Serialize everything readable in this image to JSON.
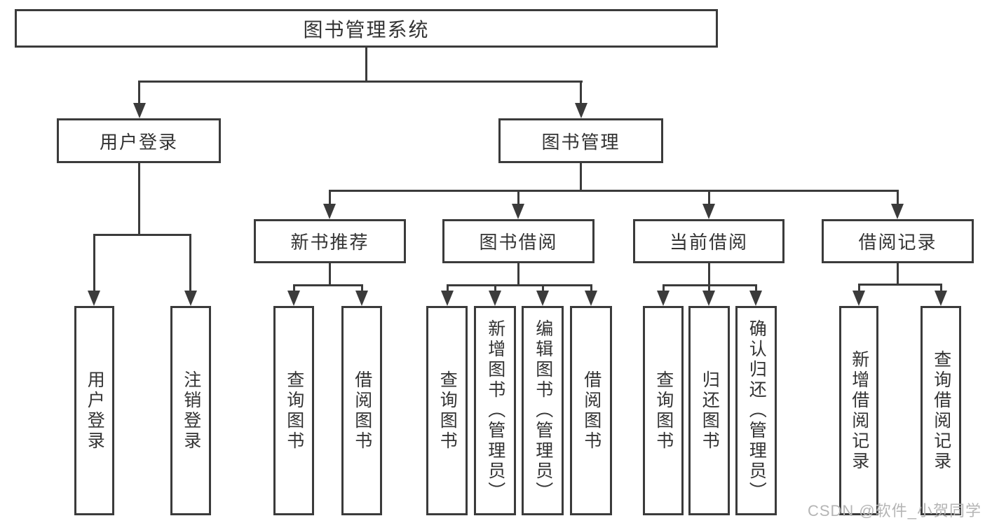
{
  "colors": {
    "background": "#ffffff",
    "line": "#3b3b3b",
    "text": "#333333",
    "watermark": "#b5b5b5"
  },
  "watermark": "CSDN @软件_小贺同学",
  "nodes": {
    "root": "图书管理系统",
    "level2": [
      "用户登录",
      "图书管理"
    ],
    "level3": [
      "新书推荐",
      "图书借阅",
      "当前借阅",
      "借阅记录"
    ],
    "leaves": {
      "login": [
        "用户登录",
        "注销登录"
      ],
      "recommend": [
        "查询图书",
        "借阅图书"
      ],
      "borrow": [
        "查询图书",
        "新增图书（管理员）",
        "编辑图书（管理员）",
        "借阅图书"
      ],
      "current": [
        "查询图书",
        "归还图书",
        "确认归还（管理员）"
      ],
      "records": [
        "新增借阅记录",
        "查询借阅记录"
      ]
    }
  }
}
